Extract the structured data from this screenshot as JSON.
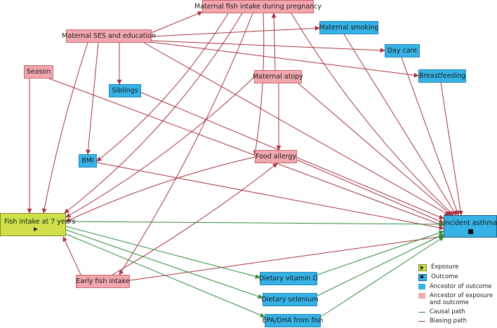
{
  "nodes": {
    "fish_pregnancy": {
      "label": "Maternal fish intake during pregnancy",
      "group": "ancestor_exposure_outcome"
    },
    "ses": {
      "label": "Maternal SES and education",
      "group": "ancestor_exposure_outcome"
    },
    "smoking": {
      "label": "Maternal smoking",
      "group": "ancestor_outcome"
    },
    "day_care": {
      "label": "Day care",
      "group": "ancestor_outcome"
    },
    "breastfeeding": {
      "label": "Breastfeeding",
      "group": "ancestor_outcome"
    },
    "season": {
      "label": "Season",
      "group": "ancestor_exposure_outcome"
    },
    "siblings": {
      "label": "Siblings",
      "group": "ancestor_outcome"
    },
    "atopy": {
      "label": "Maternal atopy",
      "group": "ancestor_exposure_outcome"
    },
    "bmi": {
      "label": "BMI",
      "group": "ancestor_outcome"
    },
    "food_allergy": {
      "label": "Food allergy",
      "group": "ancestor_exposure_outcome"
    },
    "fish7": {
      "label": "Fish intake at 7 years",
      "group": "exposure"
    },
    "asthma": {
      "label": "Incident asthma",
      "group": "outcome"
    },
    "early_fish": {
      "label": "Early fish intake",
      "group": "ancestor_exposure_outcome"
    },
    "vitd": {
      "label": "Dietary vitamin D",
      "group": "ancestor_outcome"
    },
    "selenium": {
      "label": "Dietary selenium",
      "group": "ancestor_outcome"
    },
    "epa": {
      "label": "EPA/DHA from fish",
      "group": "ancestor_outcome"
    }
  },
  "edges": [
    {
      "from": "ses",
      "to": "fish_pregnancy",
      "type": "biasing"
    },
    {
      "from": "ses",
      "to": "smoking",
      "type": "biasing"
    },
    {
      "from": "ses",
      "to": "day_care",
      "type": "biasing"
    },
    {
      "from": "ses",
      "to": "breastfeeding",
      "type": "biasing"
    },
    {
      "from": "ses",
      "to": "siblings",
      "type": "biasing"
    },
    {
      "from": "ses",
      "to": "bmi",
      "type": "biasing"
    },
    {
      "from": "ses",
      "to": "fish7",
      "type": "biasing"
    },
    {
      "from": "ses",
      "to": "asthma",
      "type": "biasing"
    },
    {
      "from": "season",
      "to": "fish7",
      "type": "biasing"
    },
    {
      "from": "season",
      "to": "asthma",
      "type": "biasing"
    },
    {
      "from": "atopy",
      "to": "fish_pregnancy",
      "type": "biasing"
    },
    {
      "from": "atopy",
      "to": "food_allergy",
      "type": "biasing"
    },
    {
      "from": "atopy",
      "to": "fish7",
      "type": "biasing"
    },
    {
      "from": "atopy",
      "to": "asthma",
      "type": "biasing"
    },
    {
      "from": "fish_pregnancy",
      "to": "bmi",
      "type": "biasing"
    },
    {
      "from": "fish_pregnancy",
      "to": "fish7",
      "type": "biasing"
    },
    {
      "from": "fish_pregnancy",
      "to": "early_fish",
      "type": "biasing"
    },
    {
      "from": "fish_pregnancy",
      "to": "food_allergy",
      "type": "biasing"
    },
    {
      "from": "fish_pregnancy",
      "to": "asthma",
      "type": "biasing"
    },
    {
      "from": "smoking",
      "to": "asthma",
      "type": "biasing"
    },
    {
      "from": "day_care",
      "to": "asthma",
      "type": "biasing"
    },
    {
      "from": "breastfeeding",
      "to": "asthma",
      "type": "biasing"
    },
    {
      "from": "siblings",
      "to": "asthma",
      "type": "biasing"
    },
    {
      "from": "bmi",
      "to": "asthma",
      "type": "biasing"
    },
    {
      "from": "food_allergy",
      "to": "fish7",
      "type": "biasing"
    },
    {
      "from": "food_allergy",
      "to": "asthma",
      "type": "biasing"
    },
    {
      "from": "early_fish",
      "to": "fish7",
      "type": "biasing"
    },
    {
      "from": "early_fish",
      "to": "food_allergy",
      "type": "biasing"
    },
    {
      "from": "early_fish",
      "to": "asthma",
      "type": "biasing"
    },
    {
      "from": "fish7",
      "to": "asthma",
      "type": "causal"
    },
    {
      "from": "fish7",
      "to": "vitd",
      "type": "causal"
    },
    {
      "from": "fish7",
      "to": "selenium",
      "type": "causal"
    },
    {
      "from": "fish7",
      "to": "epa",
      "type": "causal"
    },
    {
      "from": "vitd",
      "to": "asthma",
      "type": "causal"
    },
    {
      "from": "selenium",
      "to": "asthma",
      "type": "causal"
    },
    {
      "from": "epa",
      "to": "asthma",
      "type": "causal"
    }
  ],
  "legend": {
    "exposure": "Exposure",
    "outcome": "Outcome",
    "ancestor_outcome": "Ancestor of outcome",
    "ancestor_exposure_outcome": "Ancestor of exposure and outcome",
    "causal": "Causal path",
    "biasing": "Biasing path"
  },
  "colors": {
    "pink": "#f2a7ae",
    "blue": "#36b2e6",
    "green_node": "#cfe04a",
    "causal_edge": "#2e8b3a",
    "biasing_edge": "#a8323f"
  }
}
